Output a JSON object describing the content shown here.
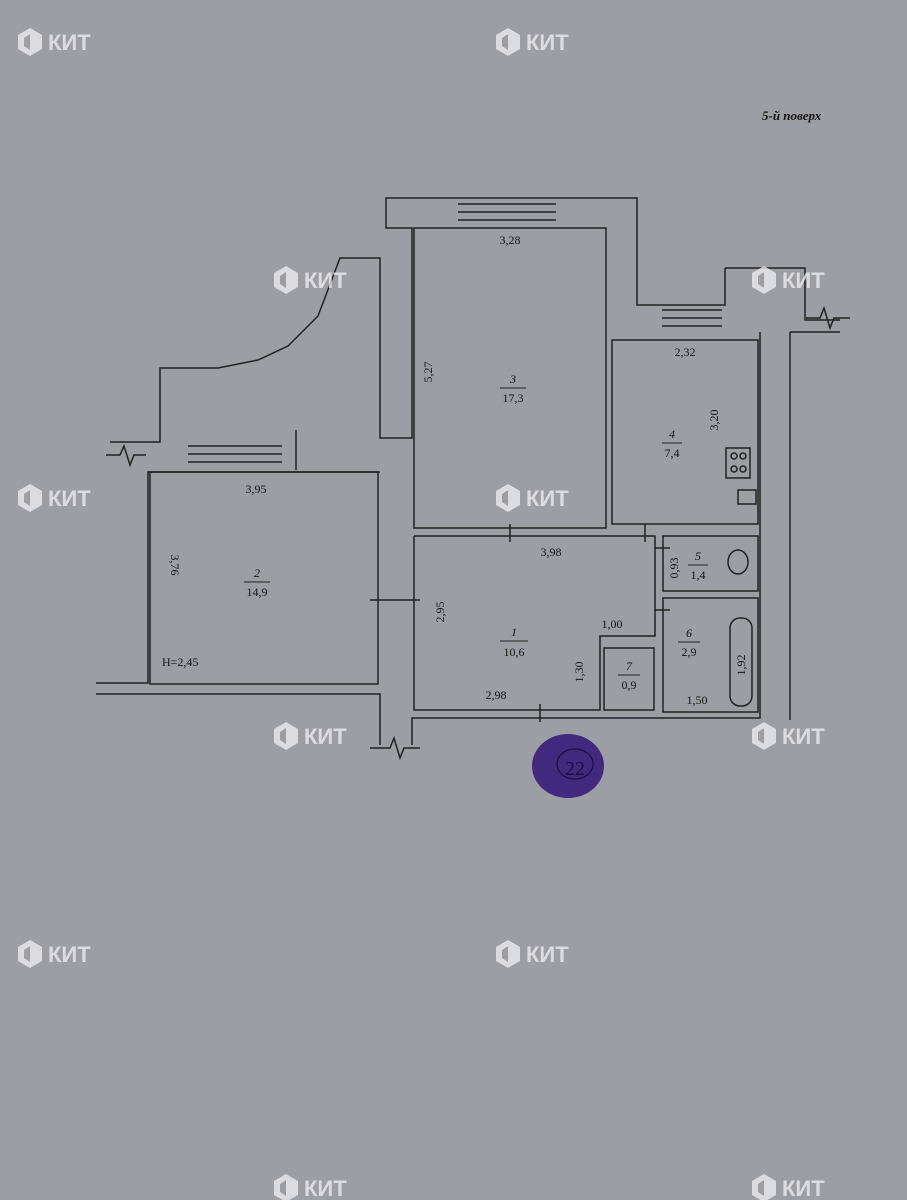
{
  "floor_label": "5-й поверх",
  "ceiling_height": "H=2,45",
  "stamp_number": "22",
  "watermark_text": "КИТ",
  "colors": {
    "paper": "#9d9da4",
    "wall": "#222222",
    "watermark": "#f2f2f4",
    "stamp": "#3a1f7a"
  },
  "rooms": [
    {
      "id": "1",
      "area": "10,6"
    },
    {
      "id": "2",
      "area": "14,9"
    },
    {
      "id": "3",
      "area": "17,3"
    },
    {
      "id": "4",
      "area": "7,4"
    },
    {
      "id": "5",
      "area": "1,4"
    },
    {
      "id": "6",
      "area": "2,9"
    },
    {
      "id": "7",
      "area": "0,9"
    }
  ],
  "dimensions": {
    "r3_width": "3,28",
    "r3_height": "5,27",
    "r2_width": "3,95",
    "r2_height": "3,76",
    "r4_width": "2,32",
    "r4_height": "3,20",
    "r1_width_top": "3,98",
    "r1_height": "2,95",
    "r1_width_bottom": "2,98",
    "r1_small_width": "1,00",
    "r1_small_height": "1,30",
    "r5_height": "0,93",
    "r6_width": "1,50",
    "r6_height": "1,92"
  }
}
